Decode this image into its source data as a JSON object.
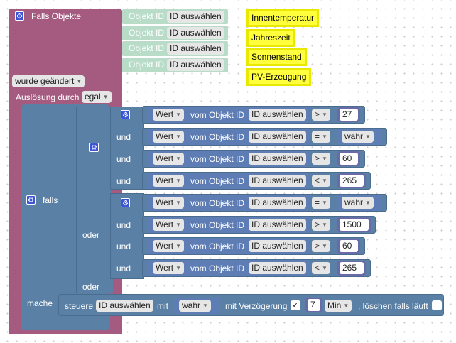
{
  "trigger": {
    "header": "Falls Objekte",
    "object_rows": [
      {
        "label": "Objekt ID",
        "value": "ID auswählen"
      },
      {
        "label": "Objekt ID",
        "value": "ID auswählen"
      },
      {
        "label": "Objekt ID",
        "value": "ID auswählen"
      },
      {
        "label": "Objekt ID",
        "value": "ID auswählen"
      }
    ],
    "change_mode": "wurde geändert",
    "ack_label": "Auslösung durch",
    "ack_value": "egal"
  },
  "comments": [
    "Innentemperatur",
    "Jahreszeit",
    "Sonnenstand",
    "PV-Erzeugung"
  ],
  "if_block": {
    "falls_label": "falls",
    "und_label": "und",
    "oder_label": "oder",
    "mache_label": "mache",
    "conditions": [
      {
        "prefix": "",
        "value_dd": "Wert",
        "from_label": "vom Objekt ID",
        "object": "ID auswählen",
        "op": ">",
        "rhs": "27"
      },
      {
        "prefix": "und",
        "value_dd": "Wert",
        "from_label": "vom Objekt ID",
        "object": "ID auswählen",
        "op": "=",
        "rhs": "wahr"
      },
      {
        "prefix": "und",
        "value_dd": "Wert",
        "from_label": "vom Objekt ID",
        "object": "ID auswählen",
        "op": ">",
        "rhs": "60"
      },
      {
        "prefix": "und",
        "value_dd": "Wert",
        "from_label": "vom Objekt ID",
        "object": "ID auswählen",
        "op": "<",
        "rhs": "265"
      },
      {
        "prefix": "",
        "value_dd": "Wert",
        "from_label": "vom Objekt ID",
        "object": "ID auswählen",
        "op": "=",
        "rhs": "wahr"
      },
      {
        "prefix": "und",
        "value_dd": "Wert",
        "from_label": "vom Objekt ID",
        "object": "ID auswählen",
        "op": ">",
        "rhs": "1500"
      },
      {
        "prefix": "und",
        "value_dd": "Wert",
        "from_label": "vom Objekt ID",
        "object": "ID auswählen",
        "op": ">",
        "rhs": "60"
      },
      {
        "prefix": "und",
        "value_dd": "Wert",
        "from_label": "vom Objekt ID",
        "object": "ID auswählen",
        "op": "<",
        "rhs": "265"
      }
    ]
  },
  "control": {
    "prefix": "steuere",
    "object": "ID auswählen",
    "with_label": "mit",
    "value": "wahr",
    "delay_label": "mit Verzögerung",
    "delay_checked": true,
    "delay_value": "7",
    "unit": "Min",
    "clear_label": ", löschen falls läuft",
    "clear_checked": false
  },
  "colors": {
    "trigger_block": "#a55b80",
    "trigger_rows": "#b8dcc8",
    "if_block": "#5b80a5",
    "logic_block": "#5b80a5",
    "comparison": "#5b80a5",
    "number": "#6a6aa8",
    "comment": "#ffff3d"
  }
}
